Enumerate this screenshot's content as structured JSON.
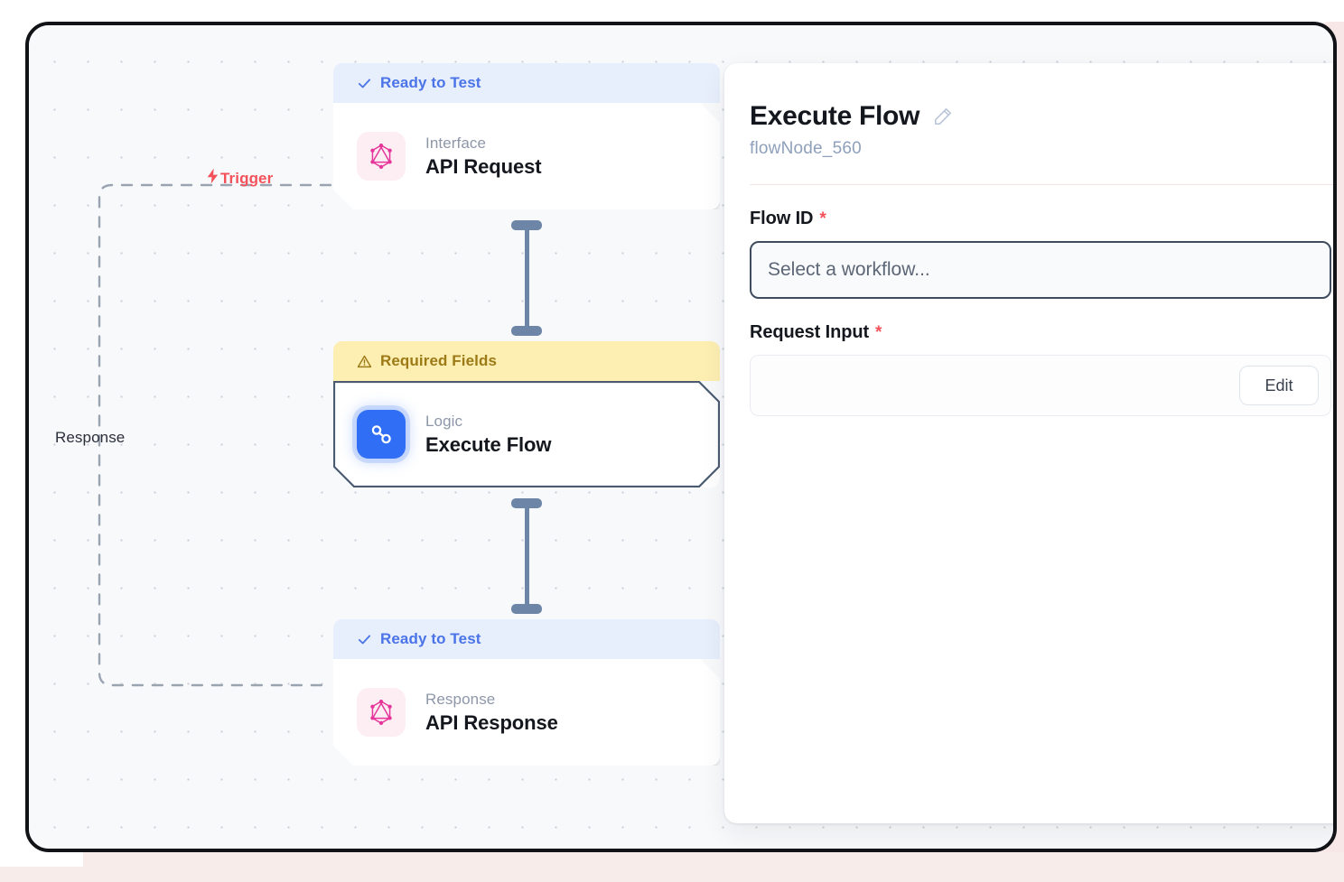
{
  "canvas": {
    "labels": {
      "trigger": "Trigger",
      "response": "Response"
    },
    "nodes": [
      {
        "status": "Ready to Test",
        "status_type": "ready",
        "status_icon": "check-icon",
        "kind": "Interface",
        "title": "API Request",
        "icon": "graphql-icon"
      },
      {
        "status": "Required Fields",
        "status_type": "warning",
        "status_icon": "warning-triangle-icon",
        "kind": "Logic",
        "title": "Execute Flow",
        "icon": "workflow-icon"
      },
      {
        "status": "Ready to Test",
        "status_type": "ready",
        "status_icon": "check-icon",
        "kind": "Response",
        "title": "API Response",
        "icon": "graphql-icon"
      }
    ]
  },
  "panel": {
    "title": "Execute Flow",
    "edit_icon": "pencil-icon",
    "node_id": "flowNode_560",
    "fields": [
      {
        "label": "Flow ID",
        "required_marker": "*",
        "control": "select",
        "value": "",
        "placeholder": "Select a workflow..."
      },
      {
        "label": "Request Input",
        "required_marker": "*",
        "control": "text",
        "value": "",
        "placeholder": "",
        "action_label": "Edit"
      }
    ]
  },
  "colors": {
    "accent_blue": "#4a74e8",
    "warning_yellow": "#fdeeb2",
    "warning_text": "#9c7a16",
    "required_red": "#f4525b",
    "trigger_red": "#f4525b",
    "node_blue": "#2f6ef5",
    "graphql_pink": "#e6359a",
    "connector_slate": "#6d85a6"
  }
}
